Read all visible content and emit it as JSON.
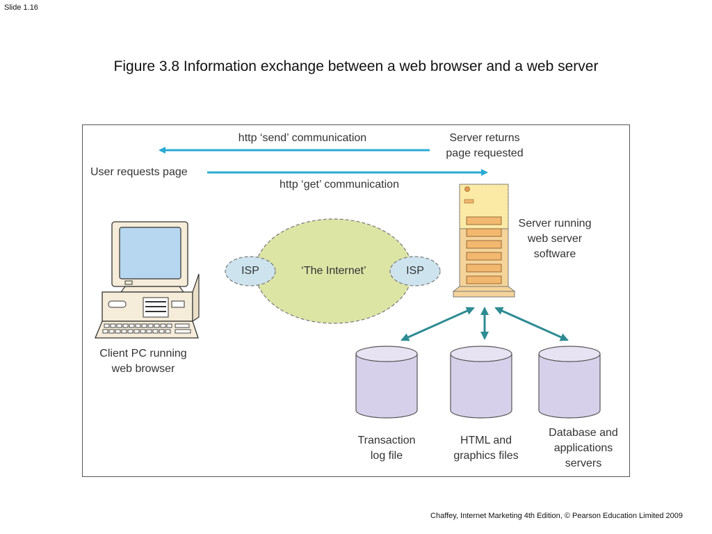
{
  "slide_label": "Slide 1.16",
  "figure_title": "Figure 3.8  Information exchange between a web browser and a web server",
  "footer": "Chaffey, Internet Marketing 4th Edition, © Pearson Education Limited 2009",
  "diagram": {
    "send_label": "http ‘send’ communication",
    "server_returns": [
      "Server returns",
      "page requested"
    ],
    "user_requests": "User requests page",
    "get_label": "http ‘get’ communication",
    "server_label": [
      "Server running",
      "web server",
      "software"
    ],
    "internet_label": "‘The Internet’",
    "isp_left": "ISP",
    "isp_right": "ISP",
    "client_label": [
      "Client PC running",
      "web browser"
    ],
    "storage": [
      {
        "lines": [
          "Transaction",
          "log file"
        ]
      },
      {
        "lines": [
          "HTML and",
          "graphics files"
        ]
      },
      {
        "lines": [
          "Database and",
          "applications",
          "servers"
        ]
      }
    ],
    "colors": {
      "arrow_blue": "#29abd4",
      "arrow_teal": "#2e8b93",
      "cloud_fill": "#dde5a5",
      "isp_fill": "#cde4ef",
      "cylinder_fill": "#d6d0ea",
      "server_top": "#fbeaa6",
      "server_body": "#f5d49a",
      "screen": "#b7d6ef"
    }
  }
}
